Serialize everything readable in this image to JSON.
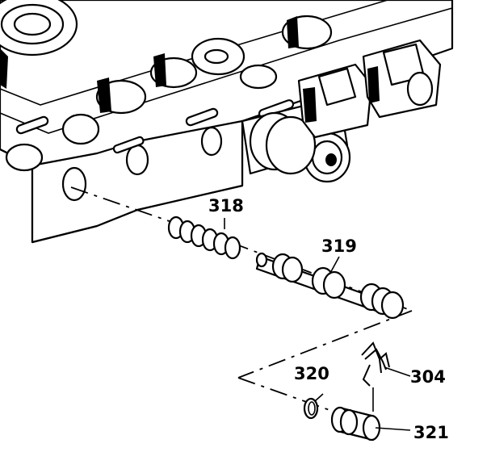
{
  "callouts": {
    "c318": "318",
    "c319": "319",
    "c320": "320",
    "c304": "304",
    "c321": "321"
  }
}
